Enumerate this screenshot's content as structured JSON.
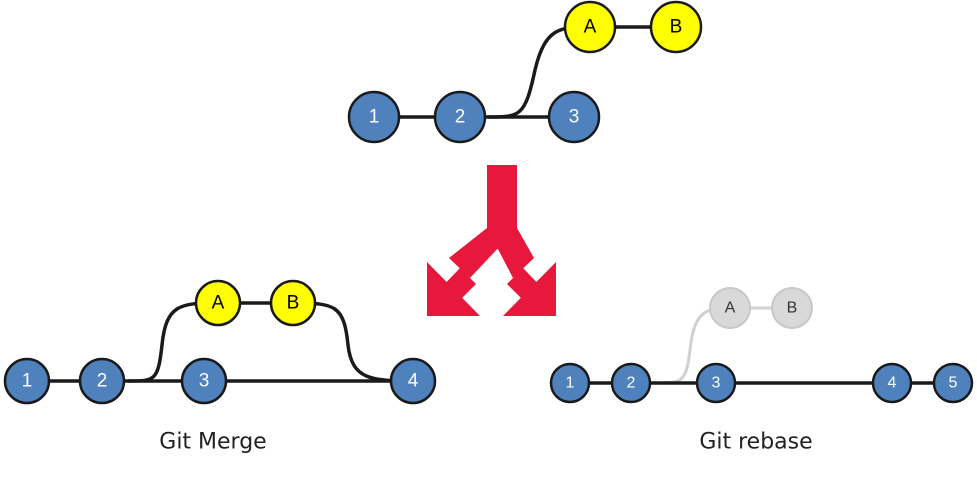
{
  "colors": {
    "commit_fill": "#4F81BD",
    "commit_stroke": "#1a1a1a",
    "branch_fill": "#FFFF00",
    "ghost_fill": "#D9D9D9",
    "ghost_stroke": "#C8C8C8",
    "ghost_text": "#333333",
    "line": "#1a1a1a",
    "ghost_line": "#D0D0D0",
    "arrow": "#E8173C",
    "commit_text": "#ffffff",
    "branch_text": "#000000"
  },
  "top": {
    "commits": [
      "1",
      "2",
      "3"
    ],
    "branch_commits": [
      "A",
      "B"
    ]
  },
  "merge": {
    "caption": "Git Merge",
    "commits": [
      "1",
      "2",
      "3",
      "4"
    ],
    "branch_commits": [
      "A",
      "B"
    ]
  },
  "rebase": {
    "caption": "Git rebase",
    "commits": [
      "1",
      "2",
      "3",
      "4",
      "5"
    ],
    "ghost_commits": [
      "A",
      "B"
    ]
  },
  "icons": {
    "split_arrow": "split-arrow-icon"
  }
}
